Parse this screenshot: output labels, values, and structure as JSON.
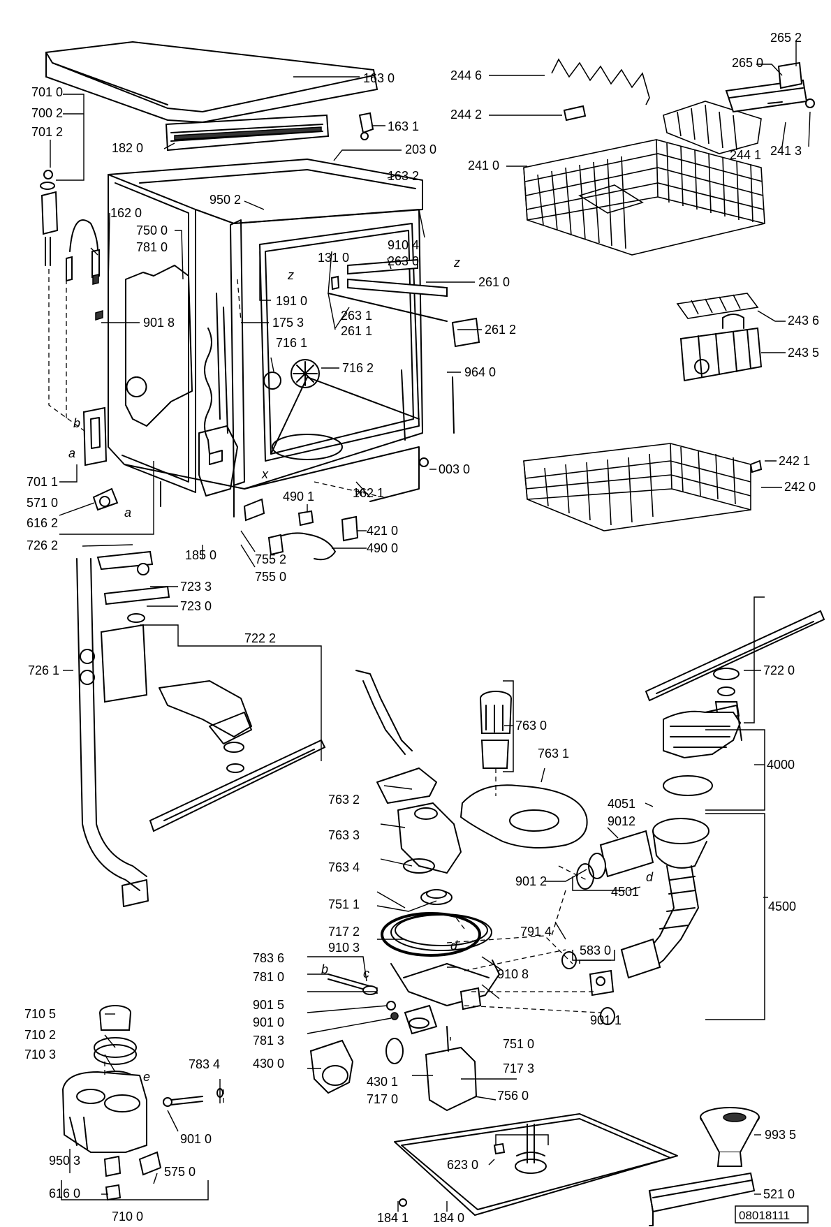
{
  "callouts": [
    {
      "id": "c1630",
      "text": "163 0"
    },
    {
      "id": "c2652",
      "text": "265 2"
    },
    {
      "id": "c2650",
      "text": "265 0"
    },
    {
      "id": "c2446",
      "text": "244 6"
    },
    {
      "id": "c2442",
      "text": "244 2"
    },
    {
      "id": "c2441",
      "text": "244 1"
    },
    {
      "id": "c2413",
      "text": "241 3"
    },
    {
      "id": "c2410",
      "text": "241 0"
    },
    {
      "id": "c7010a",
      "text": "701 0"
    },
    {
      "id": "c7002",
      "text": "700 2"
    },
    {
      "id": "c7012",
      "text": "701 2"
    },
    {
      "id": "c1631",
      "text": "163 1"
    },
    {
      "id": "c1820",
      "text": "182 0"
    },
    {
      "id": "c2030",
      "text": "203 0"
    },
    {
      "id": "c1632",
      "text": "163 2"
    },
    {
      "id": "c9502",
      "text": "950 2"
    },
    {
      "id": "c1620",
      "text": "162 0"
    },
    {
      "id": "c7500",
      "text": "750 0"
    },
    {
      "id": "c7810a",
      "text": "781 0"
    },
    {
      "id": "c9104",
      "text": "910 4"
    },
    {
      "id": "c1310",
      "text": "131 0"
    },
    {
      "id": "c2630",
      "text": "263 0"
    },
    {
      "id": "c2610",
      "text": "261 0"
    },
    {
      "id": "c1910",
      "text": "191 0"
    },
    {
      "id": "c9018",
      "text": "901 8"
    },
    {
      "id": "c1753",
      "text": "175 3"
    },
    {
      "id": "c2631",
      "text": "263 1"
    },
    {
      "id": "c2611",
      "text": "261 1"
    },
    {
      "id": "c2612",
      "text": "261 2"
    },
    {
      "id": "c2436",
      "text": "243 6"
    },
    {
      "id": "c2435",
      "text": "243 5"
    },
    {
      "id": "c7161",
      "text": "716 1"
    },
    {
      "id": "c7162",
      "text": "716 2"
    },
    {
      "id": "c9640",
      "text": "964 0"
    },
    {
      "id": "c0030",
      "text": "003 0"
    },
    {
      "id": "c2421",
      "text": "242 1"
    },
    {
      "id": "c2420",
      "text": "242 0"
    },
    {
      "id": "c7011",
      "text": "701 1"
    },
    {
      "id": "c5710",
      "text": "571 0"
    },
    {
      "id": "c6162",
      "text": "616 2"
    },
    {
      "id": "c4901",
      "text": "490 1"
    },
    {
      "id": "c1621",
      "text": "162 1"
    },
    {
      "id": "c4210",
      "text": "421 0"
    },
    {
      "id": "c4900",
      "text": "490 0"
    },
    {
      "id": "c7262",
      "text": "726 2"
    },
    {
      "id": "c1850",
      "text": "185 0"
    },
    {
      "id": "c7552",
      "text": "755 2"
    },
    {
      "id": "c7550",
      "text": "755 0"
    },
    {
      "id": "c7233",
      "text": "723 3"
    },
    {
      "id": "c7230",
      "text": "723 0"
    },
    {
      "id": "c7222",
      "text": "722 2"
    },
    {
      "id": "c7261",
      "text": "726 1"
    },
    {
      "id": "c7220",
      "text": "722 0"
    },
    {
      "id": "c7630",
      "text": "763 0"
    },
    {
      "id": "c7631",
      "text": "763 1"
    },
    {
      "id": "c4000",
      "text": "4000"
    },
    {
      "id": "c7632",
      "text": "763 2"
    },
    {
      "id": "c4051",
      "text": "4051"
    },
    {
      "id": "c9012b",
      "text": "9012"
    },
    {
      "id": "c7633",
      "text": "763 3"
    },
    {
      "id": "c7634",
      "text": "763 4"
    },
    {
      "id": "c9012a",
      "text": "901 2"
    },
    {
      "id": "c4501",
      "text": "4501"
    },
    {
      "id": "c4500",
      "text": "4500"
    },
    {
      "id": "c7511",
      "text": "751 1"
    },
    {
      "id": "c7172",
      "text": "717 2"
    },
    {
      "id": "c7914",
      "text": "791 4"
    },
    {
      "id": "c9103",
      "text": "910 3"
    },
    {
      "id": "c5830",
      "text": "583 0"
    },
    {
      "id": "c7836",
      "text": "783 6"
    },
    {
      "id": "c9108",
      "text": "910 8"
    },
    {
      "id": "c7810b",
      "text": "781 0"
    },
    {
      "id": "c7105",
      "text": "710 5"
    },
    {
      "id": "c9015",
      "text": "901 5"
    },
    {
      "id": "c9010a",
      "text": "901 0"
    },
    {
      "id": "c9011",
      "text": "901 1"
    },
    {
      "id": "c7102",
      "text": "710 2"
    },
    {
      "id": "c7813",
      "text": "781 3"
    },
    {
      "id": "c7510",
      "text": "751 0"
    },
    {
      "id": "c7103",
      "text": "710 3"
    },
    {
      "id": "c7834",
      "text": "783 4"
    },
    {
      "id": "c4300",
      "text": "430 0"
    },
    {
      "id": "c7173",
      "text": "717 3"
    },
    {
      "id": "c4301",
      "text": "430 1"
    },
    {
      "id": "c7170",
      "text": "717 0"
    },
    {
      "id": "c7560",
      "text": "756 0"
    },
    {
      "id": "c9010b",
      "text": "901 0"
    },
    {
      "id": "c9935",
      "text": "993 5"
    },
    {
      "id": "c6230",
      "text": "623 0"
    },
    {
      "id": "c9503",
      "text": "950 3"
    },
    {
      "id": "c5750",
      "text": "575 0"
    },
    {
      "id": "c6160",
      "text": "616 0"
    },
    {
      "id": "c5210",
      "text": "521 0"
    },
    {
      "id": "c7100",
      "text": "710 0"
    },
    {
      "id": "c1841",
      "text": "184 1"
    },
    {
      "id": "c1840",
      "text": "184 0"
    }
  ],
  "letters": [
    {
      "id": "la1",
      "text": "a"
    },
    {
      "id": "lb1",
      "text": "b"
    },
    {
      "id": "la2",
      "text": "a"
    },
    {
      "id": "lz1",
      "text": "z"
    },
    {
      "id": "lz2",
      "text": "z"
    },
    {
      "id": "lx1",
      "text": "x"
    },
    {
      "id": "lx2",
      "text": "x"
    },
    {
      "id": "ld1",
      "text": "d"
    },
    {
      "id": "ld2",
      "text": "d"
    },
    {
      "id": "lb2",
      "text": "b"
    },
    {
      "id": "lc1",
      "text": "c"
    },
    {
      "id": "le1",
      "text": "e"
    }
  ],
  "reference": "08018111"
}
